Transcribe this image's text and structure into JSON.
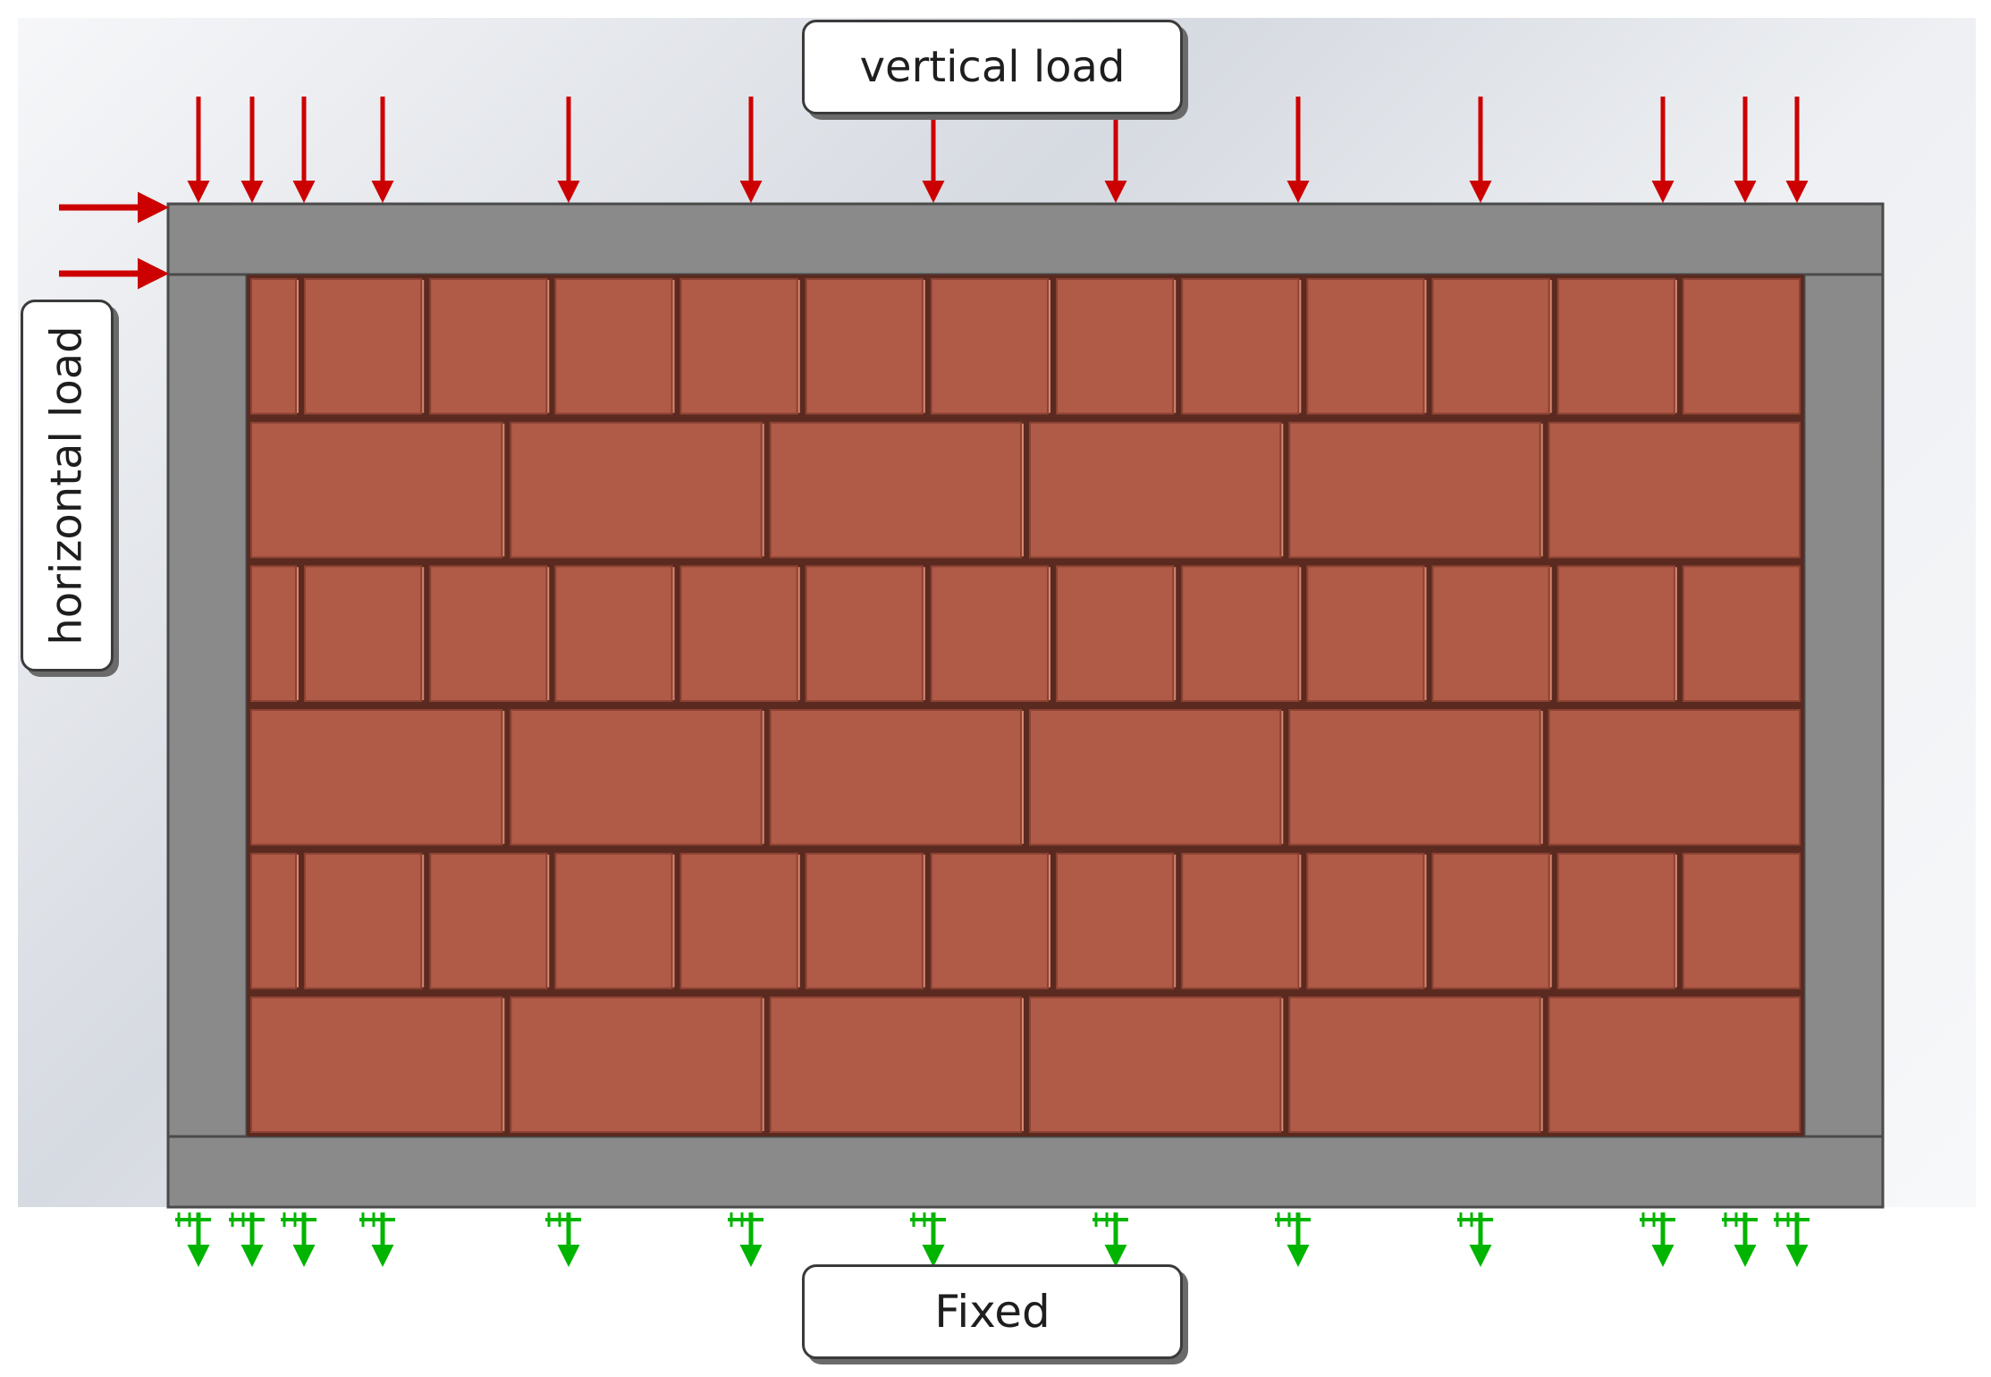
{
  "labels": {
    "vertical": "vertical load",
    "horizontal": "horizontal load",
    "fixed": "Fixed"
  },
  "colors": {
    "frame": "#8a8a8a",
    "frame_edge": "#4a4a4a",
    "brick": "#b05a48",
    "mortar": "#5a2a20",
    "load_arrow": "#cc0000",
    "support": "#00b400"
  },
  "masonry": {
    "courses": 6,
    "pattern": [
      "headers",
      "stretchers",
      "headers",
      "stretchers",
      "headers",
      "stretchers"
    ],
    "stretchers_per_course": 6,
    "headers_per_course": 12
  },
  "vertical_load_arrows": 13,
  "horizontal_load_arrows": 2,
  "fixed_supports": 13
}
